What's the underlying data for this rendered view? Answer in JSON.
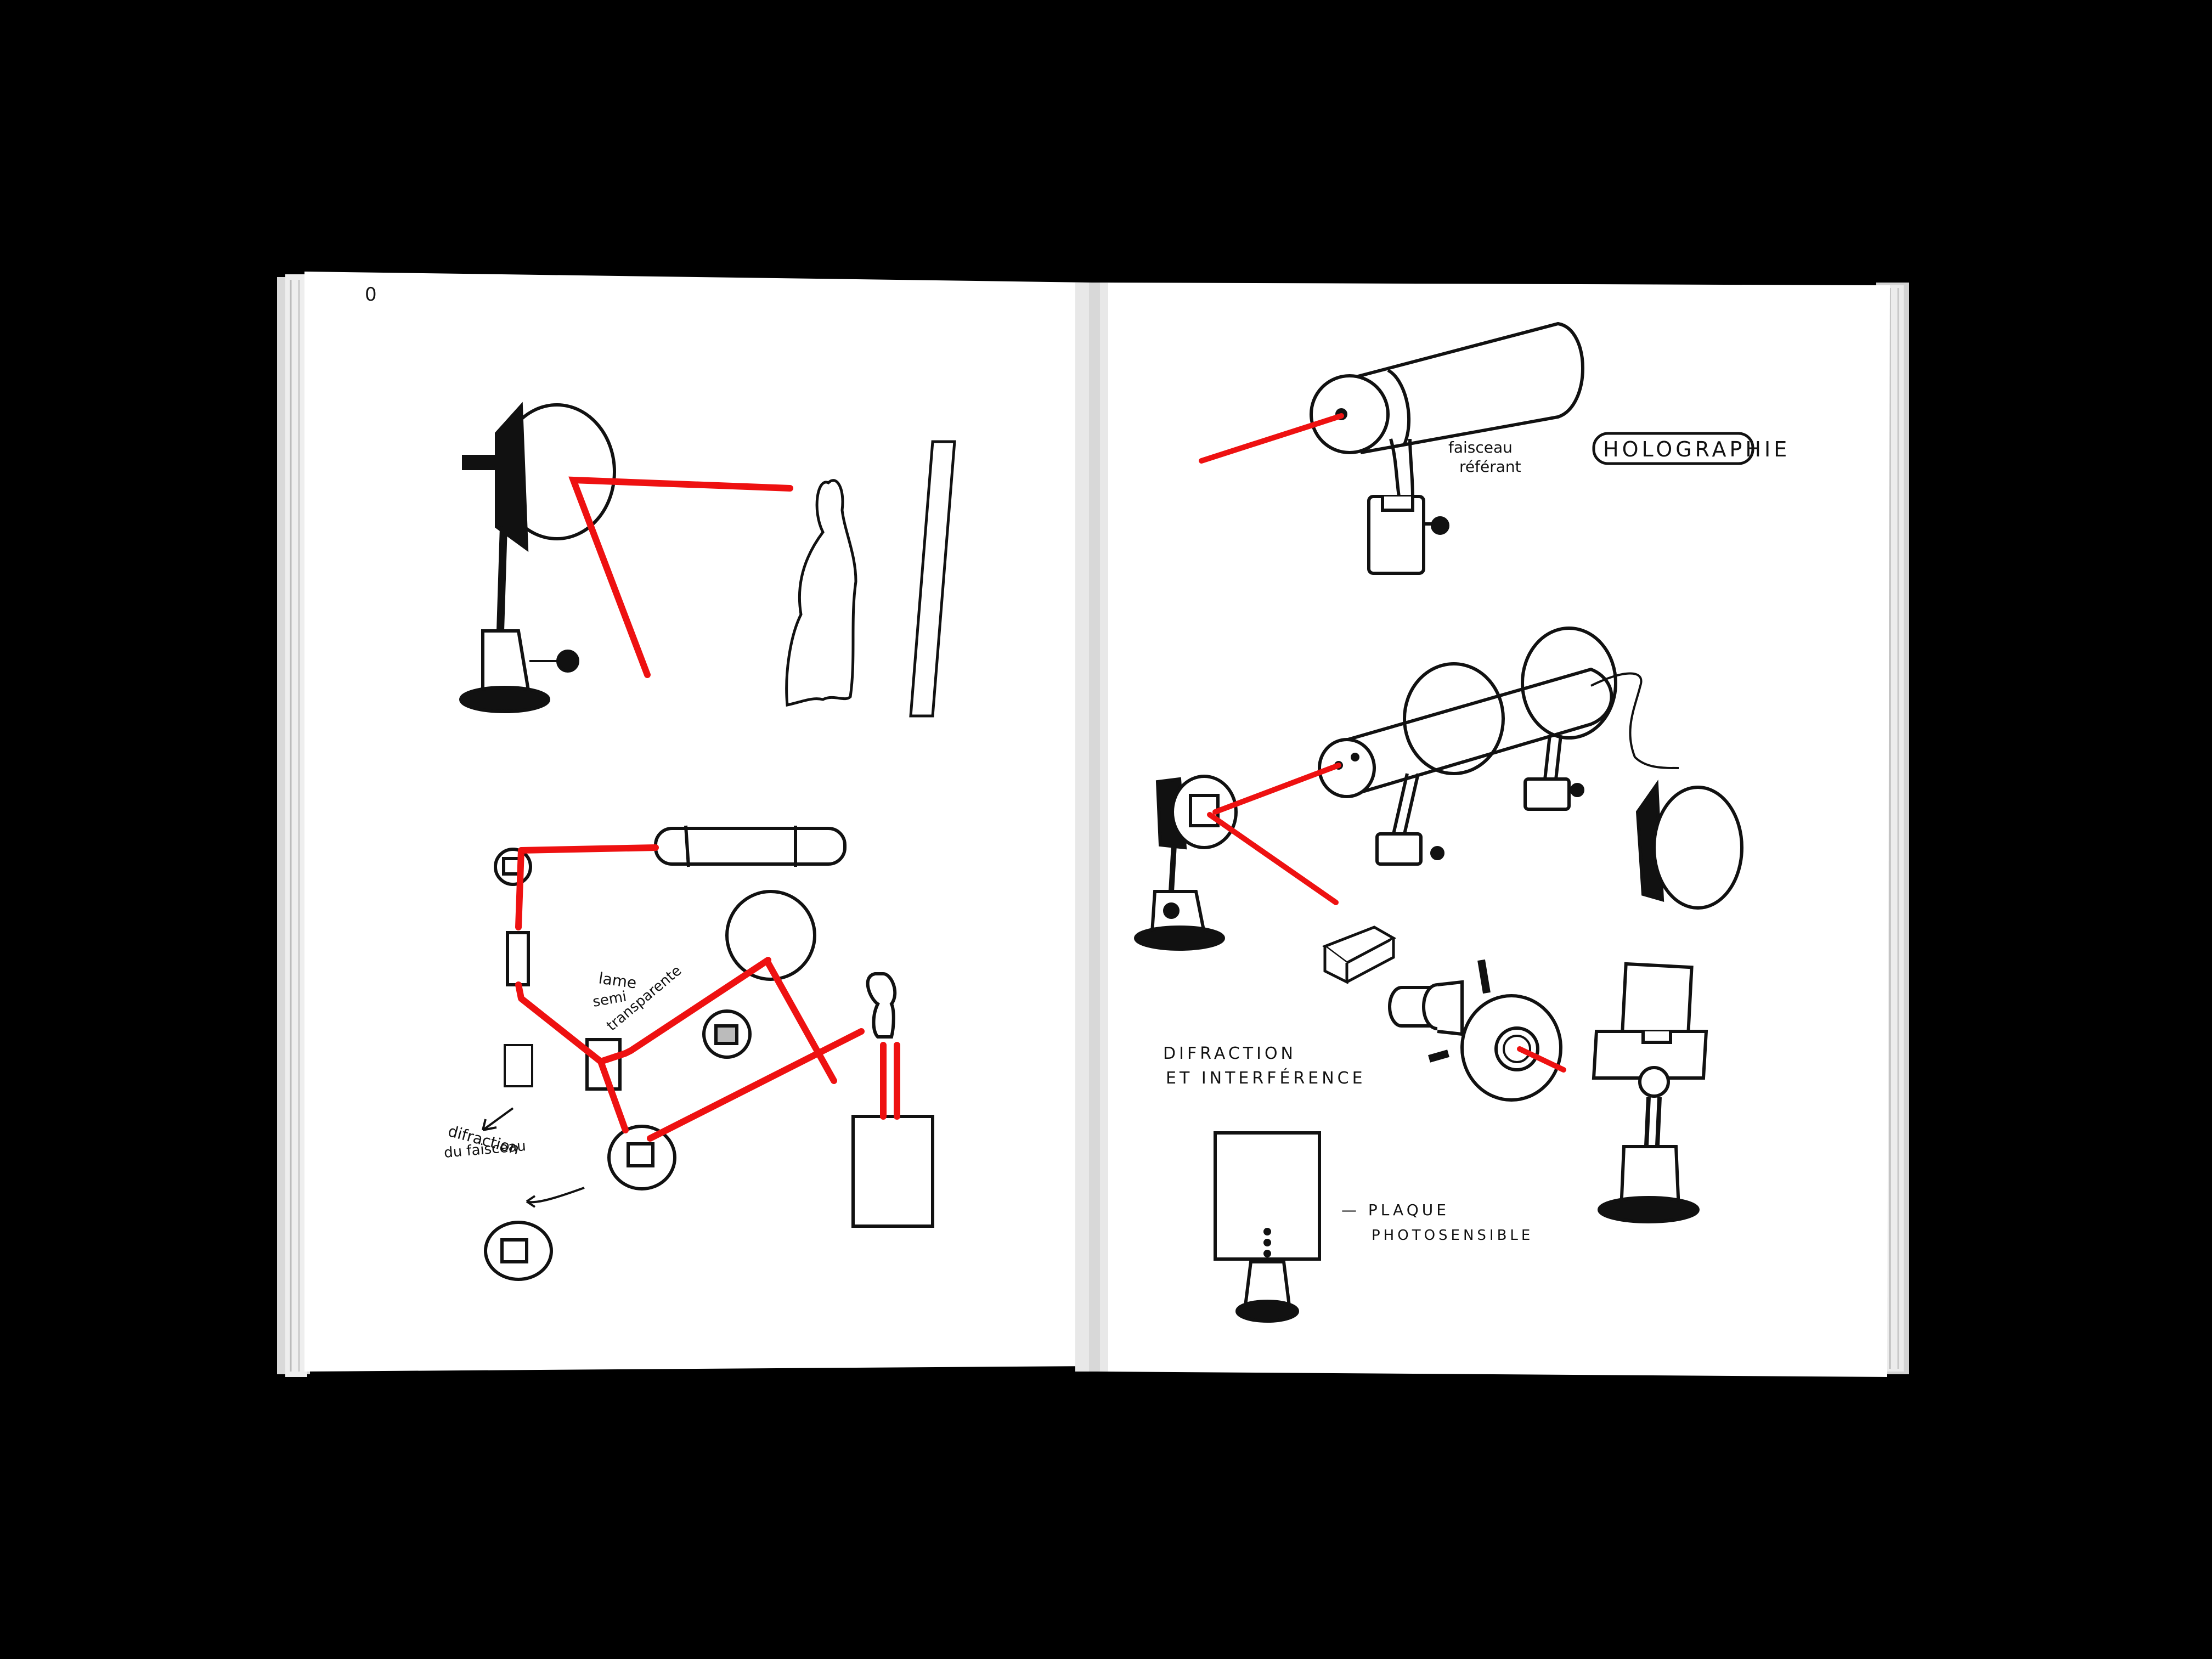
{
  "notebook": {
    "page_number": "0",
    "left_page": {
      "labels": {
        "lame": "lame",
        "semi": "semi",
        "transparente": "transparente",
        "diffraction": "difraction",
        "du_faisceau": "du faisceau"
      }
    },
    "right_page": {
      "labels": {
        "faisceau": "faisceau",
        "referant": "référant",
        "holographie": "HOLOGRAPHIE",
        "difraction": "DIFRACTION",
        "interference": "ET INTERFÉRENCE",
        "plaque": "— PLAQUE",
        "photosensible": "PHOTOSENSIBLE"
      }
    }
  },
  "colors": {
    "background": "#000000",
    "paper": "#ffffff",
    "ink": "#111111",
    "laser": "#ee1111"
  }
}
